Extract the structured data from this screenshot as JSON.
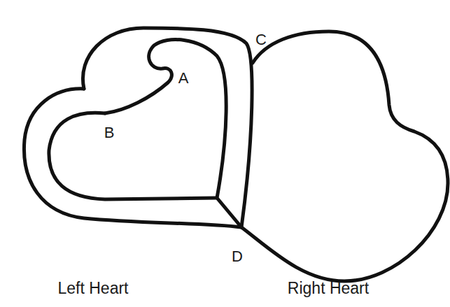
{
  "diagram": {
    "labels": [
      "A",
      "B",
      "C",
      "D",
      "Left Heart",
      "Right Heart"
    ]
  }
}
